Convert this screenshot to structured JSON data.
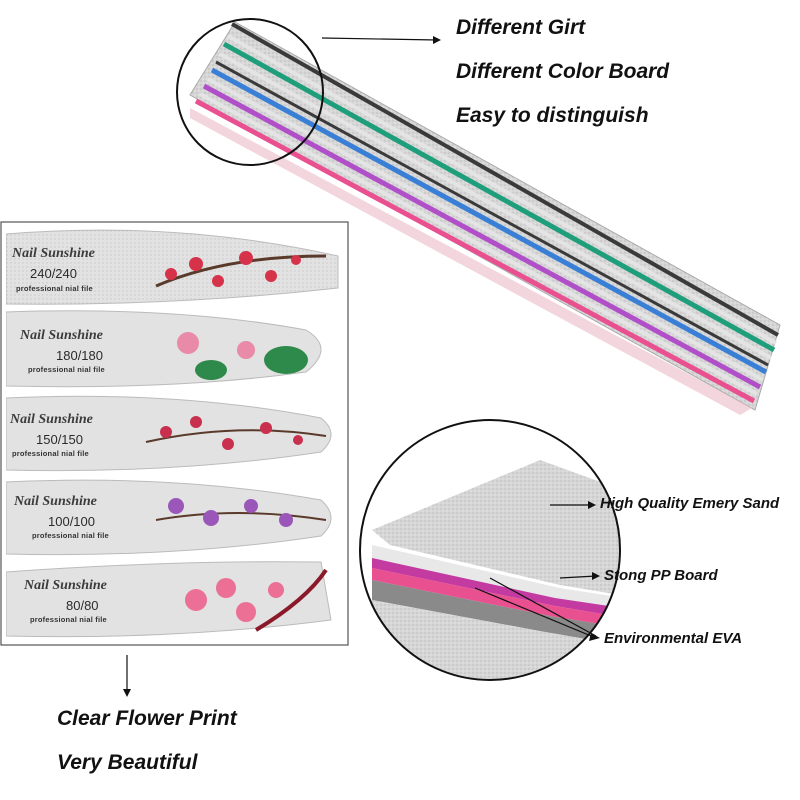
{
  "top_callout": {
    "line1": "Different Girt",
    "line2": "Different Color Board",
    "line3": "Easy to distinguish"
  },
  "file_panel": {
    "files": [
      {
        "brand": "Nail Sunshine",
        "grit": "240/240",
        "subtitle": "professional nial file"
      },
      {
        "brand": "Nail Sunshine",
        "grit": "180/180",
        "subtitle": "professional nial file"
      },
      {
        "brand": "Nail Sunshine",
        "grit": "150/150",
        "subtitle": "professional nial file"
      },
      {
        "brand": "Nail Sunshine",
        "grit": "100/100",
        "subtitle": "professional nial file"
      },
      {
        "brand": "Nail Sunshine",
        "grit": "80/80",
        "subtitle": "professional nial file"
      }
    ]
  },
  "layer_callouts": {
    "emery": "High Quality Emery Sand",
    "pp_board": "Stong PP Board",
    "eva": "Environmental EVA"
  },
  "bottom_callout": {
    "line1": "Clear Flower Print",
    "line2": "Very Beautiful"
  },
  "colors": {
    "stripe_black": "#3a3a3a",
    "stripe_green": "#1e9e7a",
    "stripe_blue": "#3a7fd6",
    "stripe_purple": "#b04fc8",
    "stripe_pink": "#e8508f",
    "emery_gray": "#c9c9c9"
  }
}
